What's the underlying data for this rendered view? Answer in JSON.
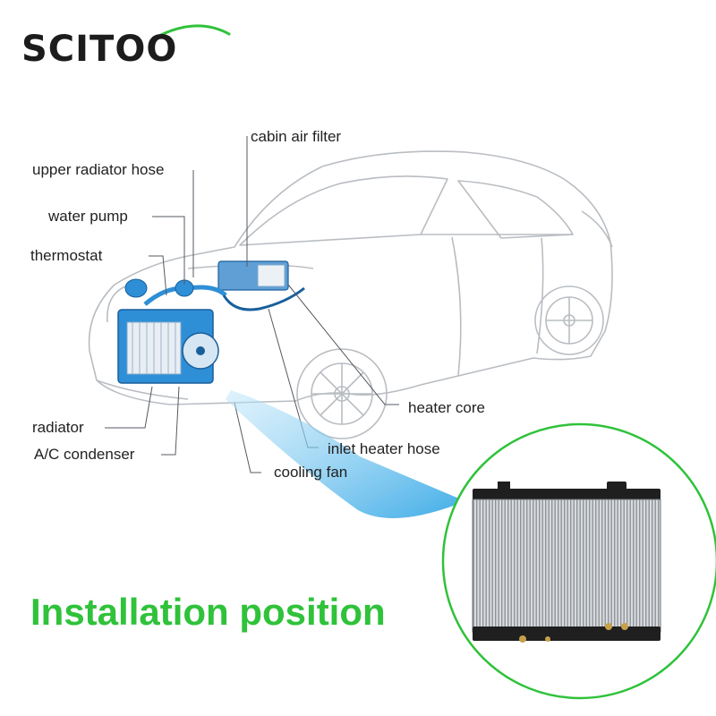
{
  "brand": {
    "name": "SCITOO",
    "icon": "car-roof-swoosh-icon"
  },
  "labels": {
    "cabin_air_filter": "cabin air filter",
    "upper_radiator_hose": "upper radiator hose",
    "water_pump": "water pump",
    "thermostat": "thermostat",
    "radiator": "radiator",
    "ac_condenser": "A/C condenser",
    "heater_core": "heater core",
    "inlet_heater_hose": "inlet heater hose",
    "cooling_fan": "cooling fan"
  },
  "headline": "Installation position",
  "colors": {
    "accent_green": "#2fc23a",
    "highlight_blue": "#2e8fd6",
    "callout_blue": "#4fb8ec",
    "logo_dark": "#1c1c1c"
  }
}
